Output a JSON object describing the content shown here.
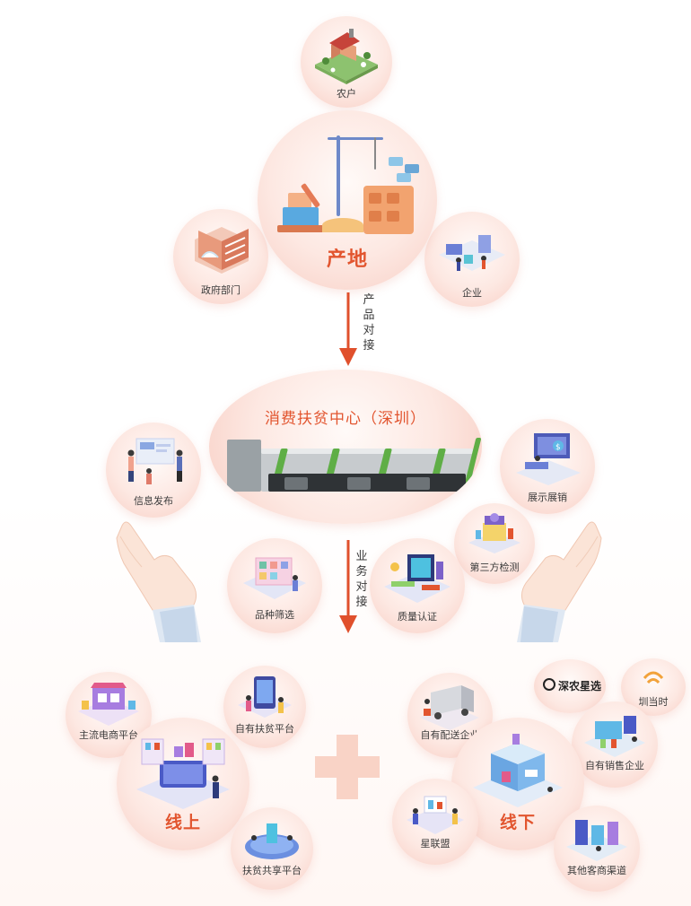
{
  "nodes": {
    "farmer": "农户",
    "origin": "产地",
    "government": "政府部门",
    "enterprise": "企业",
    "center": "消费扶贫中心（深圳）",
    "info_release": "信息发布",
    "display_sales": "展示展销",
    "third_party": "第三方检测",
    "variety_select": "品种筛选",
    "quality_cert": "质量认证",
    "mainstream_ecom": "主流电商平台",
    "own_platform": "自有扶贫平台",
    "online": "线上",
    "shared_platform": "扶贫共享平台",
    "own_delivery": "自有配送企业",
    "shennong_brand": "深农星选",
    "zhendangshi_brand": "圳当时",
    "own_sales": "自有销售企业",
    "offline": "线下",
    "star_alliance": "星联盟",
    "other_channels": "其他客商渠道"
  },
  "arrows": {
    "product_docking": [
      "产",
      "品",
      "对",
      "接"
    ],
    "business_docking": [
      "业",
      "务",
      "对",
      "接"
    ]
  },
  "plus_symbol": "+",
  "colors": {
    "accent": "#e2552f",
    "arrow": "#e0502c",
    "bubble_edge": "#f8cfc5"
  }
}
